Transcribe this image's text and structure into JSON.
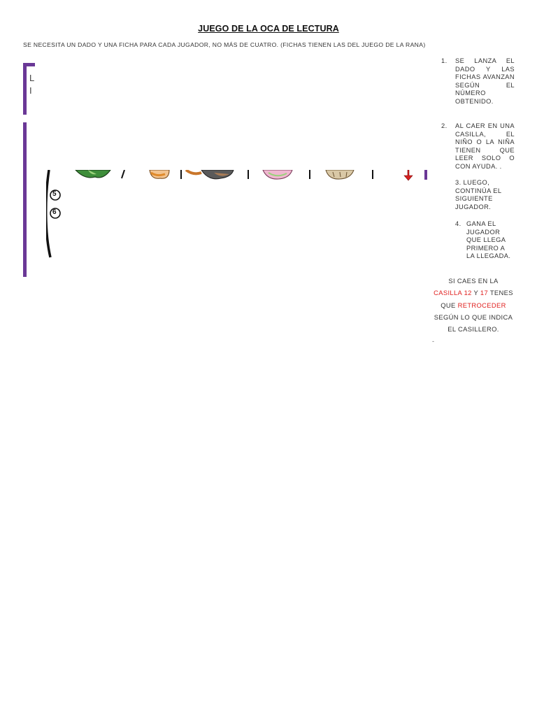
{
  "document": {
    "title": "JUEGO DE LA OCA DE LECTURA",
    "subtitle": "SE NECESITA UN DADO Y UNA FICHA PARA CADA JUGADOR, NO MÁS DE CUATRO. (FICHAS TIENEN LAS DEL JUEGO DE LA RANA)"
  },
  "cropped_frame": {
    "letters": [
      "L",
      "I"
    ]
  },
  "board": {
    "visible_numbers": [
      "5",
      "6"
    ],
    "colors": {
      "frame": "#6a3896",
      "arrow": "#d62020"
    }
  },
  "rules": [
    {
      "num": "1.",
      "text": "SE LANZA EL DADO Y LAS FICHAS AVANZAN SEGÚN EL NÚMERO OBTENIDO."
    },
    {
      "num": "2.",
      "text": "AL CAER EN UNA CASILLA, EL NIÑO O LA NIÑA TIENEN QUE LEER SOLO O CON AYUDA. ."
    },
    {
      "num": "",
      "text": "3. LUEGO, CONTINÚA EL SIGUIENTE JUGADOR."
    },
    {
      "num": "4.",
      "text": "GANA EL JUGADOR QUE LLEGA PRIMERO A LA LLEGADA."
    }
  ],
  "note": {
    "part1": "SI CAES EN LA",
    "casilla": "CASILLA 12",
    "y": " Y ",
    "n17": "17",
    "tenes": " TENES",
    "que": "QUE ",
    "retroceder": "RETROCEDER",
    "part3": "SEGÚN LO QUE INDICA",
    "part4": "EL CASILLERO."
  },
  "footer_mark": "-"
}
